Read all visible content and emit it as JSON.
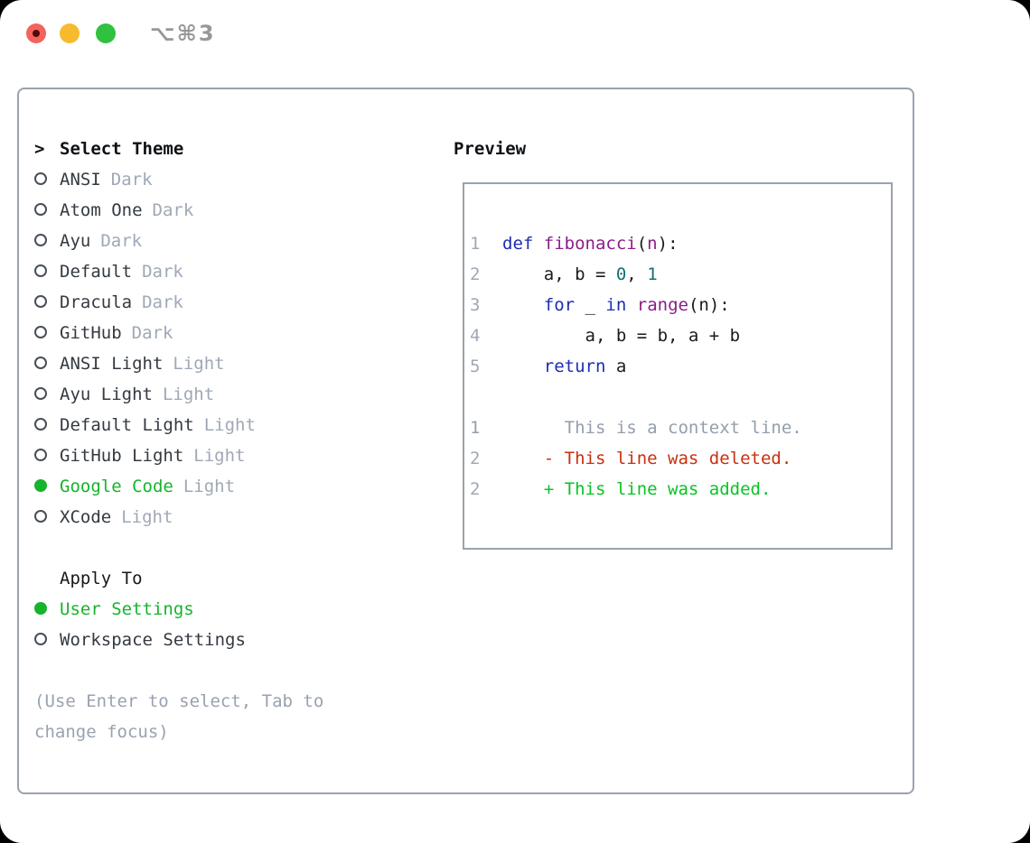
{
  "window": {
    "title": "⌥⌘3",
    "traffic_lights": [
      {
        "name": "close",
        "color": "#f4645c"
      },
      {
        "name": "minimize",
        "color": "#f6ba2f"
      },
      {
        "name": "zoom",
        "color": "#30c13e"
      }
    ]
  },
  "theme_panel": {
    "header_marker": ">",
    "header": "Select Theme",
    "items": [
      {
        "name": "ANSI",
        "variant": "Dark",
        "selected": false
      },
      {
        "name": "Atom One",
        "variant": "Dark",
        "selected": false
      },
      {
        "name": "Ayu",
        "variant": "Dark",
        "selected": false
      },
      {
        "name": "Default",
        "variant": "Dark",
        "selected": false
      },
      {
        "name": "Dracula",
        "variant": "Dark",
        "selected": false
      },
      {
        "name": "GitHub",
        "variant": "Dark",
        "selected": false
      },
      {
        "name": "ANSI Light",
        "variant": "Light",
        "selected": false
      },
      {
        "name": "Ayu Light",
        "variant": "Light",
        "selected": false
      },
      {
        "name": "Default Light",
        "variant": "Light",
        "selected": false
      },
      {
        "name": "GitHub Light",
        "variant": "Light",
        "selected": false
      },
      {
        "name": "Google Code",
        "variant": "Light",
        "selected": true
      },
      {
        "name": "XCode",
        "variant": "Light",
        "selected": false
      }
    ]
  },
  "apply_panel": {
    "header": "Apply To",
    "options": [
      {
        "label": "User Settings",
        "selected": true
      },
      {
        "label": "Workspace Settings",
        "selected": false
      }
    ]
  },
  "help_text": "(Use Enter to select, Tab to change focus)",
  "preview_panel": {
    "header": "Preview",
    "code_lines": [
      {
        "ln": "1",
        "tokens": [
          {
            "c": "kw",
            "s": "def "
          },
          {
            "c": "fn",
            "s": "fibonacci"
          },
          {
            "c": "pl",
            "s": "("
          },
          {
            "c": "prm",
            "s": "n"
          },
          {
            "c": "pl",
            "s": "):"
          }
        ]
      },
      {
        "ln": "2",
        "tokens": [
          {
            "c": "pl",
            "s": "    a, b = "
          },
          {
            "c": "num",
            "s": "0"
          },
          {
            "c": "pl",
            "s": ", "
          },
          {
            "c": "num",
            "s": "1"
          }
        ]
      },
      {
        "ln": "3",
        "tokens": [
          {
            "c": "pl",
            "s": "    "
          },
          {
            "c": "kw",
            "s": "for"
          },
          {
            "c": "pl",
            "s": " _ "
          },
          {
            "c": "kw",
            "s": "in"
          },
          {
            "c": "pl",
            "s": " "
          },
          {
            "c": "fn",
            "s": "range"
          },
          {
            "c": "pl",
            "s": "(n):"
          }
        ]
      },
      {
        "ln": "4",
        "tokens": [
          {
            "c": "pl",
            "s": "        a, b = b, a + b"
          }
        ]
      },
      {
        "ln": "5",
        "tokens": [
          {
            "c": "pl",
            "s": "    "
          },
          {
            "c": "kw",
            "s": "return"
          },
          {
            "c": "pl",
            "s": " a"
          }
        ]
      }
    ],
    "diff_lines": [
      {
        "ln": "1",
        "type": "context",
        "text": "      This is a context line."
      },
      {
        "ln": "2",
        "type": "deleted",
        "text": "    - This line was deleted."
      },
      {
        "ln": "2",
        "type": "added",
        "text": "    + This line was added."
      }
    ]
  },
  "colors": {
    "accent_green": "#16b42c",
    "diff_deleted_red": "#c9300f",
    "diff_added_green": "#0bc226",
    "keyword_blue": "#1e2db2",
    "function_purple": "#8a1e8a",
    "number_teal": "#10706c",
    "muted_gray": "#9fa8b6",
    "border_gray": "#9aa2ae"
  }
}
